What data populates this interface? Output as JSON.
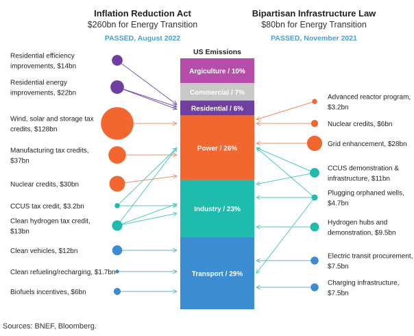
{
  "left_header": {
    "title": "Inflation Reduction Act",
    "subtitle": "$260bn for Energy Transition",
    "passed": "PASSED, August 2022"
  },
  "right_header": {
    "title": "Bipartisan Infrastructure Law",
    "subtitle": "$80bn for Energy Transition",
    "passed": "PASSED, November 2021"
  },
  "emissions_title": "US Emissions",
  "sectors": [
    {
      "name": "Argiculture",
      "share": 10,
      "label": "Argiculture  /  10%",
      "color": "#b64ea9"
    },
    {
      "name": "Commercial",
      "share": 7,
      "label": "Commercial  /  7%",
      "color": "#c9c9c9"
    },
    {
      "name": "Residential",
      "share": 6,
      "label": "Residential  /  6%",
      "color": "#6e3ea0"
    },
    {
      "name": "Power",
      "share": 26,
      "label": "Power  /  26%",
      "color": "#f2672f"
    },
    {
      "name": "Industry",
      "share": 23,
      "label": "Industry  /  23%",
      "color": "#1fbcae"
    },
    {
      "name": "Transport",
      "share": 29,
      "label": "Transport  /  29%",
      "color": "#3b8cd0"
    }
  ],
  "ira_items": [
    {
      "lines": [
        "Residential efficiency",
        "improvements, $14bn"
      ],
      "amount": 14,
      "sector": "Residential",
      "targets": [
        "Residential"
      ]
    },
    {
      "lines": [
        "Residential energy",
        "improvements, $22bn"
      ],
      "amount": 22,
      "sector": "Residential",
      "targets": [
        "Residential",
        "Residential"
      ]
    },
    {
      "lines": [
        "Wind, solar and storage tax",
        "credits, $128bn"
      ],
      "amount": 128,
      "sector": "Power",
      "targets": [
        "Power"
      ]
    },
    {
      "lines": [
        "Manufacturing tax credits,",
        "$37bn"
      ],
      "amount": 37,
      "sector": "Power",
      "targets": [
        "Power"
      ]
    },
    {
      "lines": [
        "Nuclear credits, $30bn"
      ],
      "amount": 30,
      "sector": "Power",
      "targets": [
        "Power"
      ]
    },
    {
      "lines": [
        "CCUS tax credit, $3.2bn"
      ],
      "amount": 3.2,
      "sector": "Industry",
      "targets": [
        "Power",
        "Industry"
      ]
    },
    {
      "lines": [
        "Clean hydrogen tax credit,",
        "$13bn"
      ],
      "amount": 13,
      "sector": "Industry",
      "targets": [
        "Power",
        "Industry",
        "Industry"
      ]
    },
    {
      "lines": [
        "Clean vehicles, $12bn"
      ],
      "amount": 12,
      "sector": "Transport",
      "targets": [
        "Transport"
      ]
    },
    {
      "lines": [
        "Clean refueling/recharging, $1.7bn"
      ],
      "amount": 1.7,
      "sector": "Transport",
      "targets": [
        "Transport"
      ]
    },
    {
      "lines": [
        "Biofuels incentives, $6bn"
      ],
      "amount": 6,
      "sector": "Transport",
      "targets": [
        "Transport"
      ]
    }
  ],
  "bil_items": [
    {
      "lines": [
        "Advanced reactor program,",
        "$3.2bn"
      ],
      "amount": 3.2,
      "sector": "Power",
      "targets": [
        "Power"
      ]
    },
    {
      "lines": [
        "Nuclear credits, $6bn"
      ],
      "amount": 6,
      "sector": "Power",
      "targets": [
        "Power"
      ]
    },
    {
      "lines": [
        "Grid enhancement, $28bn"
      ],
      "amount": 28,
      "sector": "Power",
      "targets": [
        "Power"
      ]
    },
    {
      "lines": [
        "CCUS demonstration &",
        "infrastructure, $11bn"
      ],
      "amount": 11,
      "sector": "Industry",
      "targets": [
        "Power",
        "Industry"
      ]
    },
    {
      "lines": [
        "Plugging orphaned wells,",
        "$4.7bn"
      ],
      "amount": 4.7,
      "sector": "Industry",
      "targets": [
        "Power",
        "Industry",
        "Transport"
      ]
    },
    {
      "lines": [
        "Hydrogen hubs and",
        "demonstration, $9.5bn"
      ],
      "amount": 9.5,
      "sector": "Industry",
      "targets": [
        "Industry"
      ]
    },
    {
      "lines": [
        "Electric transit procurement,",
        "$7.5bn"
      ],
      "amount": 7.5,
      "sector": "Transport",
      "targets": [
        "Transport"
      ]
    },
    {
      "lines": [
        "Charging infrastructure,",
        "$7.5bn"
      ],
      "amount": 7.5,
      "sector": "Transport",
      "targets": [
        "Transport"
      ]
    }
  ],
  "source": "Sources: BNEF, Bloomberg."
}
